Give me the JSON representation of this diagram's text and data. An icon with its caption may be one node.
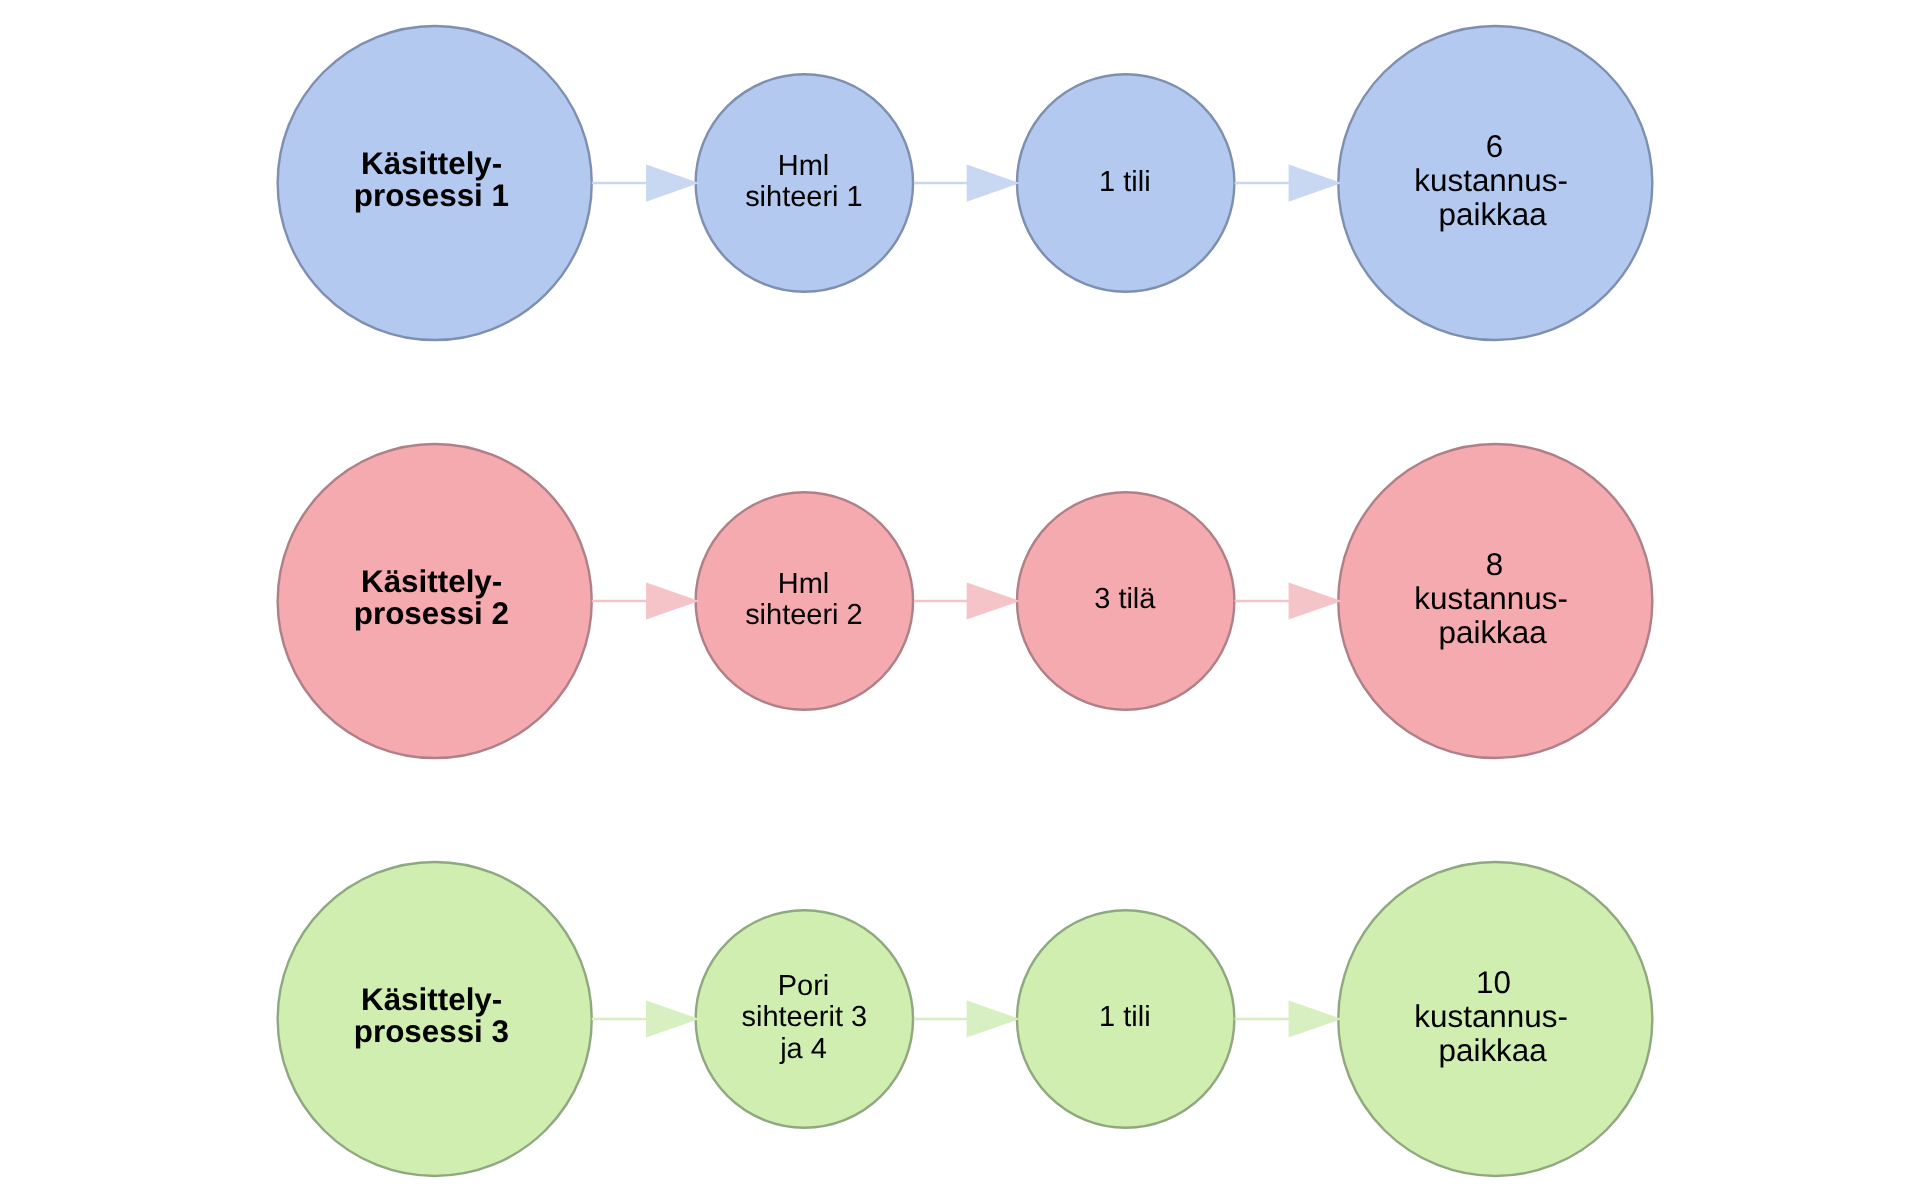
{
  "diagram": {
    "nodes": [
      {
        "text": [
          "Käsittely- prosessi 1"
        ]
      },
      {
        "text": [
          "Hml sihteeri 1"
        ]
      },
      {
        "text": [
          "1 tili"
        ]
      },
      {
        "text": [
          "6 kustannus- paikkaa"
        ]
      },
      {
        "text": [
          "Käsittely- prosessi 2"
        ]
      },
      {
        "text": [
          "Hml sihteeri 2"
        ]
      },
      {
        "text": [
          "3 tilä"
        ]
      },
      {
        "text": [
          "8 kustannus- paikkaa"
        ]
      },
      {
        "text": [
          "Käsittely- prosessi 3"
        ]
      },
      {
        "text": [
          "Pori sihteerit 3 ja 4"
        ]
      },
      {
        "text": [
          "1 tili"
        ]
      },
      {
        "text": [
          "10 kustannus- paikkaa"
        ]
      }
    ],
    "edges": [
      {
        "from": 0,
        "to": 1,
        "arrow": "to",
        "color": "#c9d8f2"
      },
      {
        "from": 1,
        "to": 2,
        "arrow": "to",
        "color": "#c9d8f2"
      },
      {
        "from": 2,
        "to": 3,
        "arrow": "to",
        "color": "#c9d8f2"
      },
      {
        "from": 4,
        "to": 5,
        "arrow": "to",
        "color": "#f5c4c8"
      },
      {
        "from": 5,
        "to": 6,
        "arrow": "to",
        "color": "#f5c4c8"
      },
      {
        "from": 6,
        "to": 7,
        "arrow": "to",
        "color": "#f5c4c8"
      },
      {
        "from": 8,
        "to": 9,
        "arrow": "to",
        "color": "#d8efc2"
      },
      {
        "from": 9,
        "to": 10,
        "arrow": "to",
        "color": "#d8efc2"
      },
      {
        "from": 10,
        "to": 11,
        "arrow": "to",
        "color": "#d8efc2"
      }
    ]
  }
}
